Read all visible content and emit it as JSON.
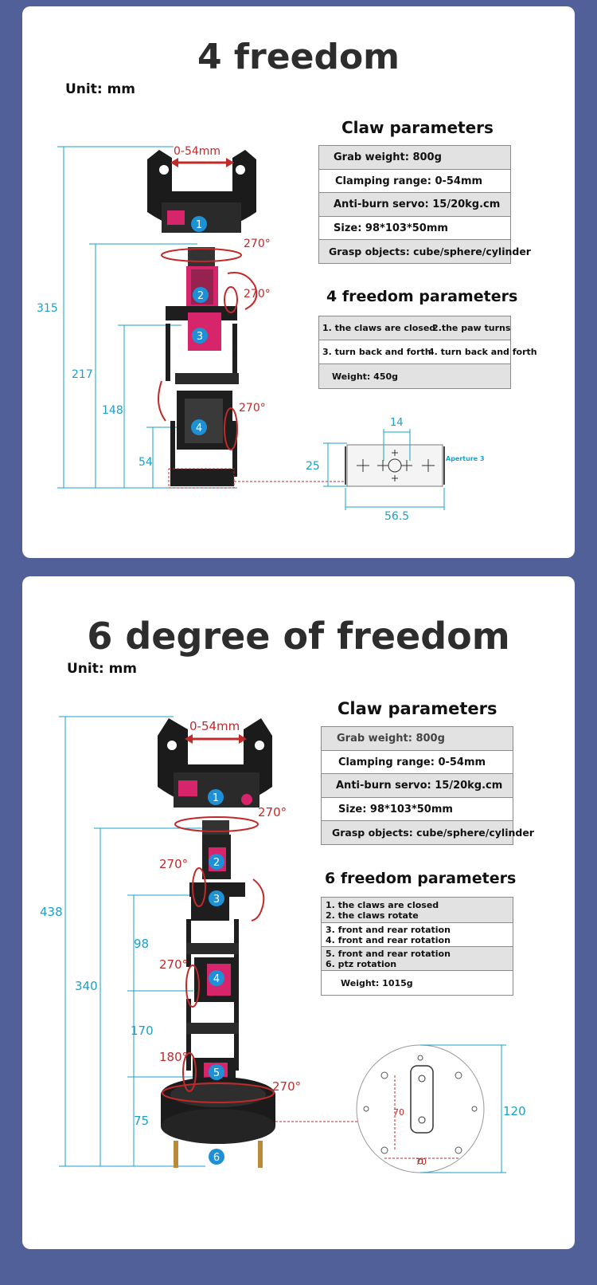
{
  "section1": {
    "title": "4 freedom",
    "unit": "Unit: mm",
    "claw_heading": "Claw parameters",
    "claw_params": [
      "Grab weight: 800g",
      "Clamping range: 0-54mm",
      "Anti-burn servo: 15/20kg.cm",
      "Size: 98*103*50mm",
      "Grasp objects: cube/sphere/cylinder"
    ],
    "freedom_heading": "4 freedom parameters",
    "freedom_rows": [
      [
        "1. the claws are closed",
        "2.the paw turns"
      ],
      [
        "3. turn back and forth",
        "4. turn back and forth"
      ]
    ],
    "weight": "Weight: 450g",
    "dims": {
      "total": "315",
      "d217": "217",
      "d148": "148",
      "d54": "54",
      "claw": "0-54mm",
      "rot1": "270°",
      "rot2": "270°",
      "rot3": "270°"
    },
    "servo_labels": [
      "1",
      "2",
      "3",
      "4"
    ],
    "plate": {
      "w": "56.5",
      "h": "25",
      "hole": "14",
      "aperture": "Aperture 3"
    }
  },
  "section2": {
    "title": "6 degree of freedom",
    "unit": "Unit: mm",
    "claw_heading": "Claw parameters",
    "claw_params": [
      "Grab weight: 800g",
      "Clamping range: 0-54mm",
      "Anti-burn servo: 15/20kg.cm",
      "Size: 98*103*50mm",
      "Grasp objects: cube/sphere/cylinder"
    ],
    "freedom_heading": "6 freedom parameters",
    "freedom_rows": [
      [
        "1. the claws are closed",
        "2. the claws rotate"
      ],
      [
        "3. front and rear rotation",
        "4. front and rear rotation"
      ],
      [
        "5. front and rear rotation",
        "6. ptz rotation"
      ]
    ],
    "weight": "Weight: 1015g",
    "dims": {
      "total": "438",
      "d340": "340",
      "d98": "98",
      "d170": "170",
      "d75": "75",
      "claw": "0-54mm",
      "rot1": "270°",
      "rot2": "270°",
      "rot3": "270°",
      "rot4": "180°",
      "rot5": "270°"
    },
    "servo_labels": [
      "1",
      "2",
      "3",
      "4",
      "5",
      "6"
    ],
    "base": {
      "d": "120",
      "a": "70",
      "b": "70"
    }
  },
  "colors": {
    "dim": "#1aa0c8",
    "rot": "#c02a2a",
    "servo": "#d6256b",
    "badge": "#1e90d6",
    "bg": "#52609a"
  }
}
